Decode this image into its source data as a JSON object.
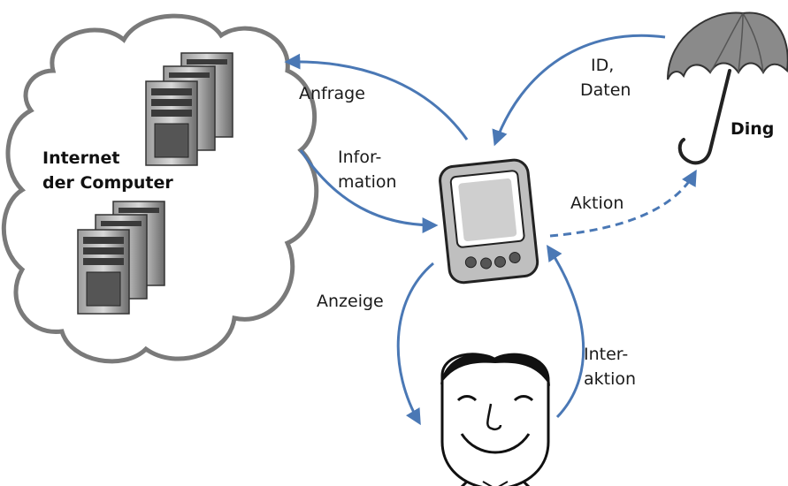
{
  "cloud": {
    "title_line1": "Internet",
    "title_line2": "der Computer"
  },
  "thing": {
    "label": "Ding"
  },
  "arrows": {
    "request": "Anfrage",
    "information_line1": "Infor-",
    "information_line2": "mation",
    "id_data_line1": "ID,",
    "id_data_line2": "Daten",
    "action": "Aktion",
    "display": "Anzeige",
    "interaction_line1": "Inter-",
    "interaction_line2": "aktion"
  },
  "colors": {
    "arrow": "#4a78b5",
    "cloud_outline": "#7a7a7a"
  }
}
